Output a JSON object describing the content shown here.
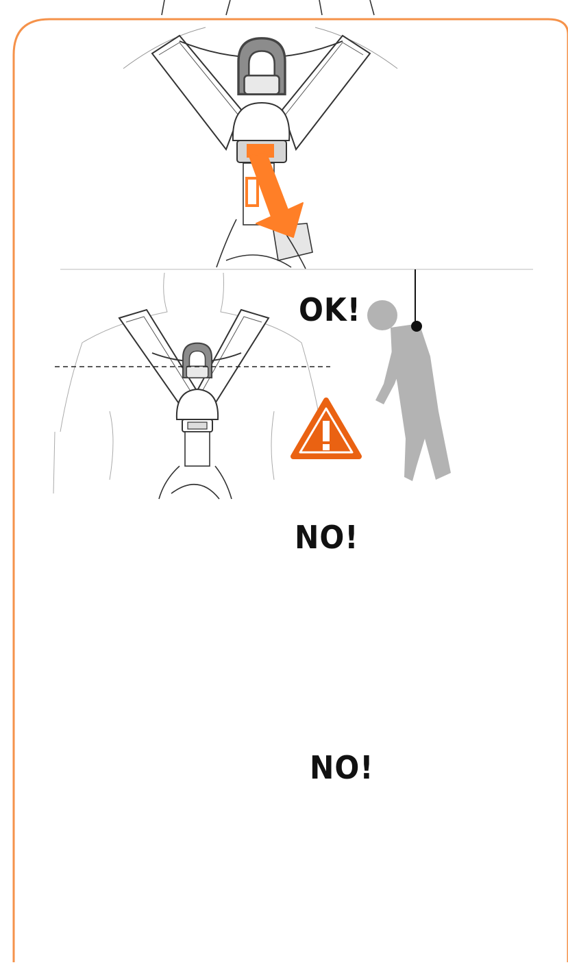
{
  "panels": [
    {
      "id": "adjust",
      "verdict": ""
    },
    {
      "id": "correct",
      "verdict": "OK!",
      "warning": true
    },
    {
      "id": "too-high",
      "verdict": "NO!",
      "warning": true
    },
    {
      "id": "too-low",
      "verdict": "NO!",
      "warning": false
    }
  ],
  "colors": {
    "frame": "#f5924a",
    "arrow": "#ff7f27",
    "warning": "#e8620f",
    "figure": "#b3b3b3",
    "metal": "#8c8c8c",
    "line_ok": "#222222",
    "line_bad": "#f08a3c"
  },
  "icons": [
    "warning-icon",
    "down-arrow-icon",
    "attachment-ring-icon"
  ]
}
